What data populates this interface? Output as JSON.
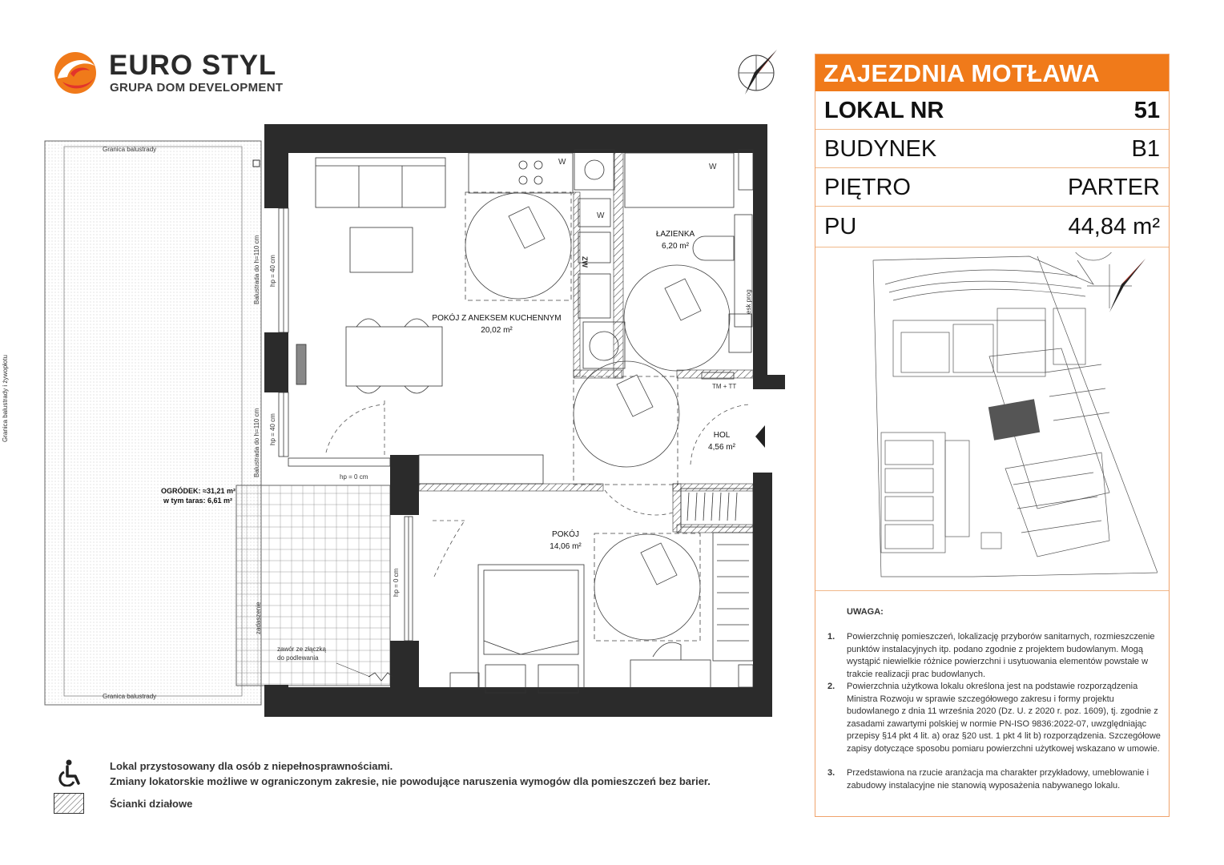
{
  "brand": {
    "name": "EURO STYL",
    "subtitle": "GRUPA DOM DEVELOPMENT",
    "colors": {
      "orange": "#f07a1a",
      "red": "#e2352b"
    }
  },
  "info": {
    "title": "ZAJEZDNIA MOTŁAWA",
    "rows": [
      {
        "key": "LOKAL NR",
        "value": "51"
      },
      {
        "key": "BUDYNEK",
        "value": "B1"
      },
      {
        "key": "PIĘTRO",
        "value": "PARTER"
      },
      {
        "key": "PU",
        "value": "44,84 m²"
      }
    ]
  },
  "notes": {
    "title": "UWAGA:",
    "items": [
      {
        "num": "1.",
        "text": "Powierzchnię pomieszczeń, lokalizację przyborów sanitarnych, rozmieszczenie punktów instalacyjnych itp. podano zgodnie z projektem budowlanym. Mogą wystąpić niewielkie różnice powierzchni i usytuowania elementów powstałe w trakcie realizacji prac budowlanych."
      },
      {
        "num": "2.",
        "text": "Powierzchnia użytkowa lokalu określona jest na podstawie rozporządzenia Ministra Rozwoju w sprawie szczegółowego zakresu i formy projektu budowlanego z dnia 11 września 2020 (Dz. U. z 2020 r. poz. 1609), tj. zgodnie z zasadami zawartymi polskiej w normie PN-ISO 9836:2022-07, uwzględniając przepisy §14 pkt 4 lit. a) oraz §20 ust. 1 pkt 4 lit b) rozporządzenia. Szczegółowe zapisy dotyczące sposobu pomiaru powierzchni użytkowej wskazano w umowie."
      },
      {
        "num": "3.",
        "text": "Przedstawiona na rzucie aranżacja ma charakter przykładowy, umeblowanie i zabudowy instalacyjne nie stanowią wyposażenia nabywanego lokalu."
      }
    ]
  },
  "legend": {
    "accessible_line1": "Lokal przystosowany dla osób z niepełnosprawnościami.",
    "accessible_line2": "Zmiany lokatorskie możliwe w ograniczonym zakresie, nie powodujące naruszenia wymogów dla pomieszczeń bez barier.",
    "partition": "Ścianki działowe"
  },
  "rooms": {
    "living": {
      "name": "POKÓJ Z ANEKSEM KUCHENNYM",
      "area": "20,02 m²"
    },
    "bath": {
      "name": "ŁAZIENKA",
      "area": "6,20 m²"
    },
    "hall": {
      "name": "HOL",
      "area": "4,56 m²"
    },
    "bedroom": {
      "name": "POKÓJ",
      "area": "14,06 m²"
    },
    "garden": {
      "name": "OGRÓDEK: ≈31,21 m²",
      "terrace": "w tym taras: 6,61 m²"
    }
  },
  "plan_labels": {
    "railing_top": "Granica balustrady",
    "railing_bottom": "Granica balustrady",
    "railing_side": "Granica balustrady i żywopłotu",
    "balustrade_1": "Balustrada do h=110 cm",
    "balustrade_2": "Balustrada do h=110 cm",
    "hp40_1": "hp = 40 cm",
    "hp40_2": "hp = 40 cm",
    "hp0_1": "hp = 0 cm",
    "hp0_2": "hp = 0 cm",
    "planting": "zadaszenie",
    "valve_1": "zawór ze złączką",
    "valve_2": "do podlewania",
    "tm_tt": "TM + TT",
    "w1": "W",
    "w2": "W",
    "w3": "W",
    "zw": "ZW",
    "slope": "esk prog"
  }
}
